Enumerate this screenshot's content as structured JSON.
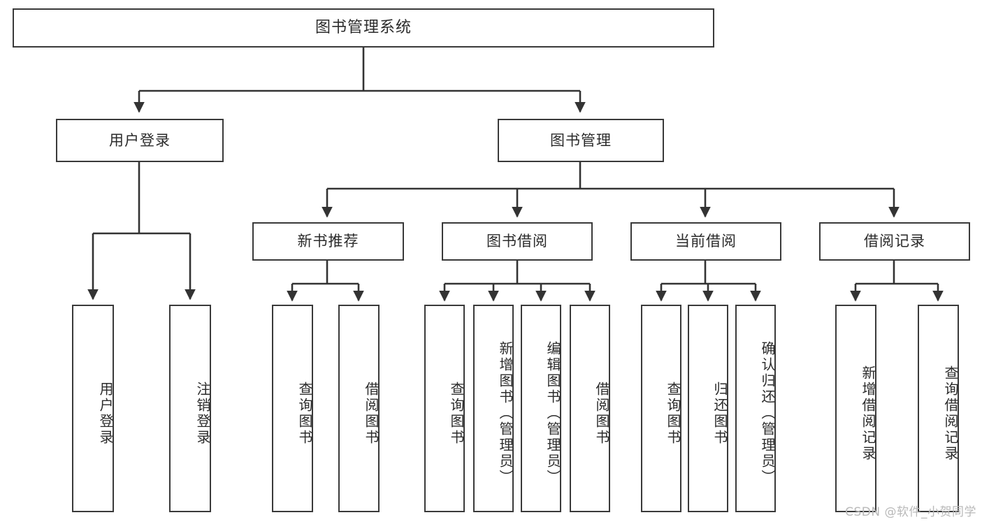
{
  "diagram": {
    "title": "图书管理系统",
    "type": "功能结构图",
    "watermark": "CSDN @软件_小贺同学",
    "colors": {
      "box_border": "#3a3a3a",
      "box_fill": "#ffffff",
      "connector": "#333333",
      "text": "#2b2b2b",
      "watermark": "#b9b9b9",
      "background": "#ffffff"
    },
    "nodes": {
      "root": {
        "label": "图书管理系统"
      },
      "level2": [
        {
          "id": "user-login",
          "label": "用户登录"
        },
        {
          "id": "book-manage",
          "label": "图书管理"
        }
      ],
      "level3": [
        {
          "id": "new-book-recommend",
          "label": "新书推荐"
        },
        {
          "id": "book-borrow",
          "label": "图书借阅"
        },
        {
          "id": "current-borrow",
          "label": "当前借阅"
        },
        {
          "id": "borrow-record",
          "label": "借阅记录"
        }
      ],
      "leaves": {
        "user_login": [
          {
            "id": "leaf-user-login",
            "label": "用户登录"
          },
          {
            "id": "leaf-logout-login",
            "label": "注销登录"
          }
        ],
        "new_book_recommend": [
          {
            "id": "leaf-query-book-1",
            "label": "查询图书"
          },
          {
            "id": "leaf-borrow-book-1",
            "label": "借阅图书"
          }
        ],
        "book_borrow": [
          {
            "id": "leaf-query-book-2",
            "label": "查询图书"
          },
          {
            "id": "leaf-add-book",
            "label": "新增图书（管理员）"
          },
          {
            "id": "leaf-edit-book",
            "label": "编辑图书（管理员）"
          },
          {
            "id": "leaf-borrow-book-2",
            "label": "借阅图书"
          }
        ],
        "current_borrow": [
          {
            "id": "leaf-query-book-3",
            "label": "查询图书"
          },
          {
            "id": "leaf-return-book",
            "label": "归还图书"
          },
          {
            "id": "leaf-confirm-return",
            "label": "确认归还（管理员）"
          }
        ],
        "borrow_record": [
          {
            "id": "leaf-add-record",
            "label": "新增借阅记录"
          },
          {
            "id": "leaf-query-record",
            "label": "查询借阅记录"
          }
        ]
      }
    }
  }
}
